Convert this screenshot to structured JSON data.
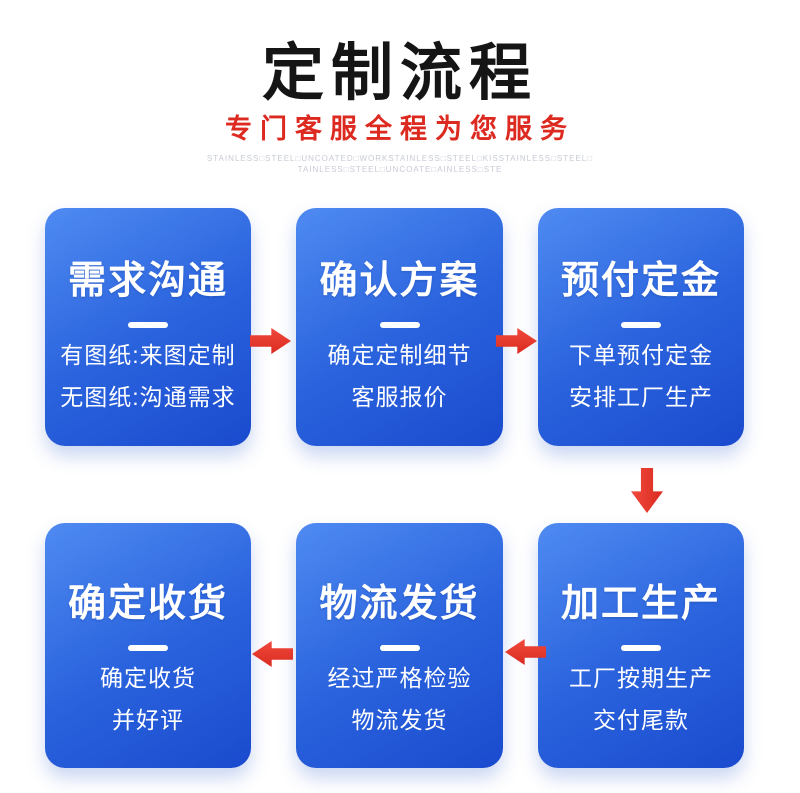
{
  "page": {
    "background": "#ffffff"
  },
  "header": {
    "title": "定制流程",
    "subtitle": "专门客服全程为您服务",
    "watermark_line1": "STAINLESS□STEEL□UNCOATED□WORKSTAINLESS□STEEL□KISSTAINLESS□STEEL□",
    "watermark_line2": "TAINLESS□STEEL□UNCOATE□AINLESS□STE"
  },
  "colors": {
    "title_black": "#151515",
    "subtitle_red": "#dd2a20",
    "arrow_red": "#e8382d",
    "box_blue_light": "#4f8bf2",
    "box_blue_dark": "#1a4ace",
    "box_text_white": "#ffffff",
    "watermark_gray": "#c7cbd4"
  },
  "steps": [
    {
      "title": "需求沟通",
      "lines": [
        "有图纸:来图定制",
        "无图纸:沟通需求"
      ]
    },
    {
      "title": "确认方案",
      "lines": [
        "确定定制细节",
        "客服报价"
      ]
    },
    {
      "title": "预付定金",
      "lines": [
        "下单预付定金",
        "安排工厂生产"
      ]
    },
    {
      "title": "加工生产",
      "lines": [
        "工厂按期生产",
        "交付尾款"
      ]
    },
    {
      "title": "物流发货",
      "lines": [
        "经过严格检验",
        "物流发货"
      ]
    },
    {
      "title": "确定收货",
      "lines": [
        "确定收货",
        "并好评"
      ]
    }
  ],
  "flow": {
    "arrows": [
      {
        "from": "需求沟通",
        "to": "确认方案",
        "direction": "right"
      },
      {
        "from": "确认方案",
        "to": "预付定金",
        "direction": "right"
      },
      {
        "from": "预付定金",
        "to": "加工生产",
        "direction": "down"
      },
      {
        "from": "加工生产",
        "to": "物流发货",
        "direction": "left"
      },
      {
        "from": "物流发货",
        "to": "确定收货",
        "direction": "left"
      }
    ]
  }
}
